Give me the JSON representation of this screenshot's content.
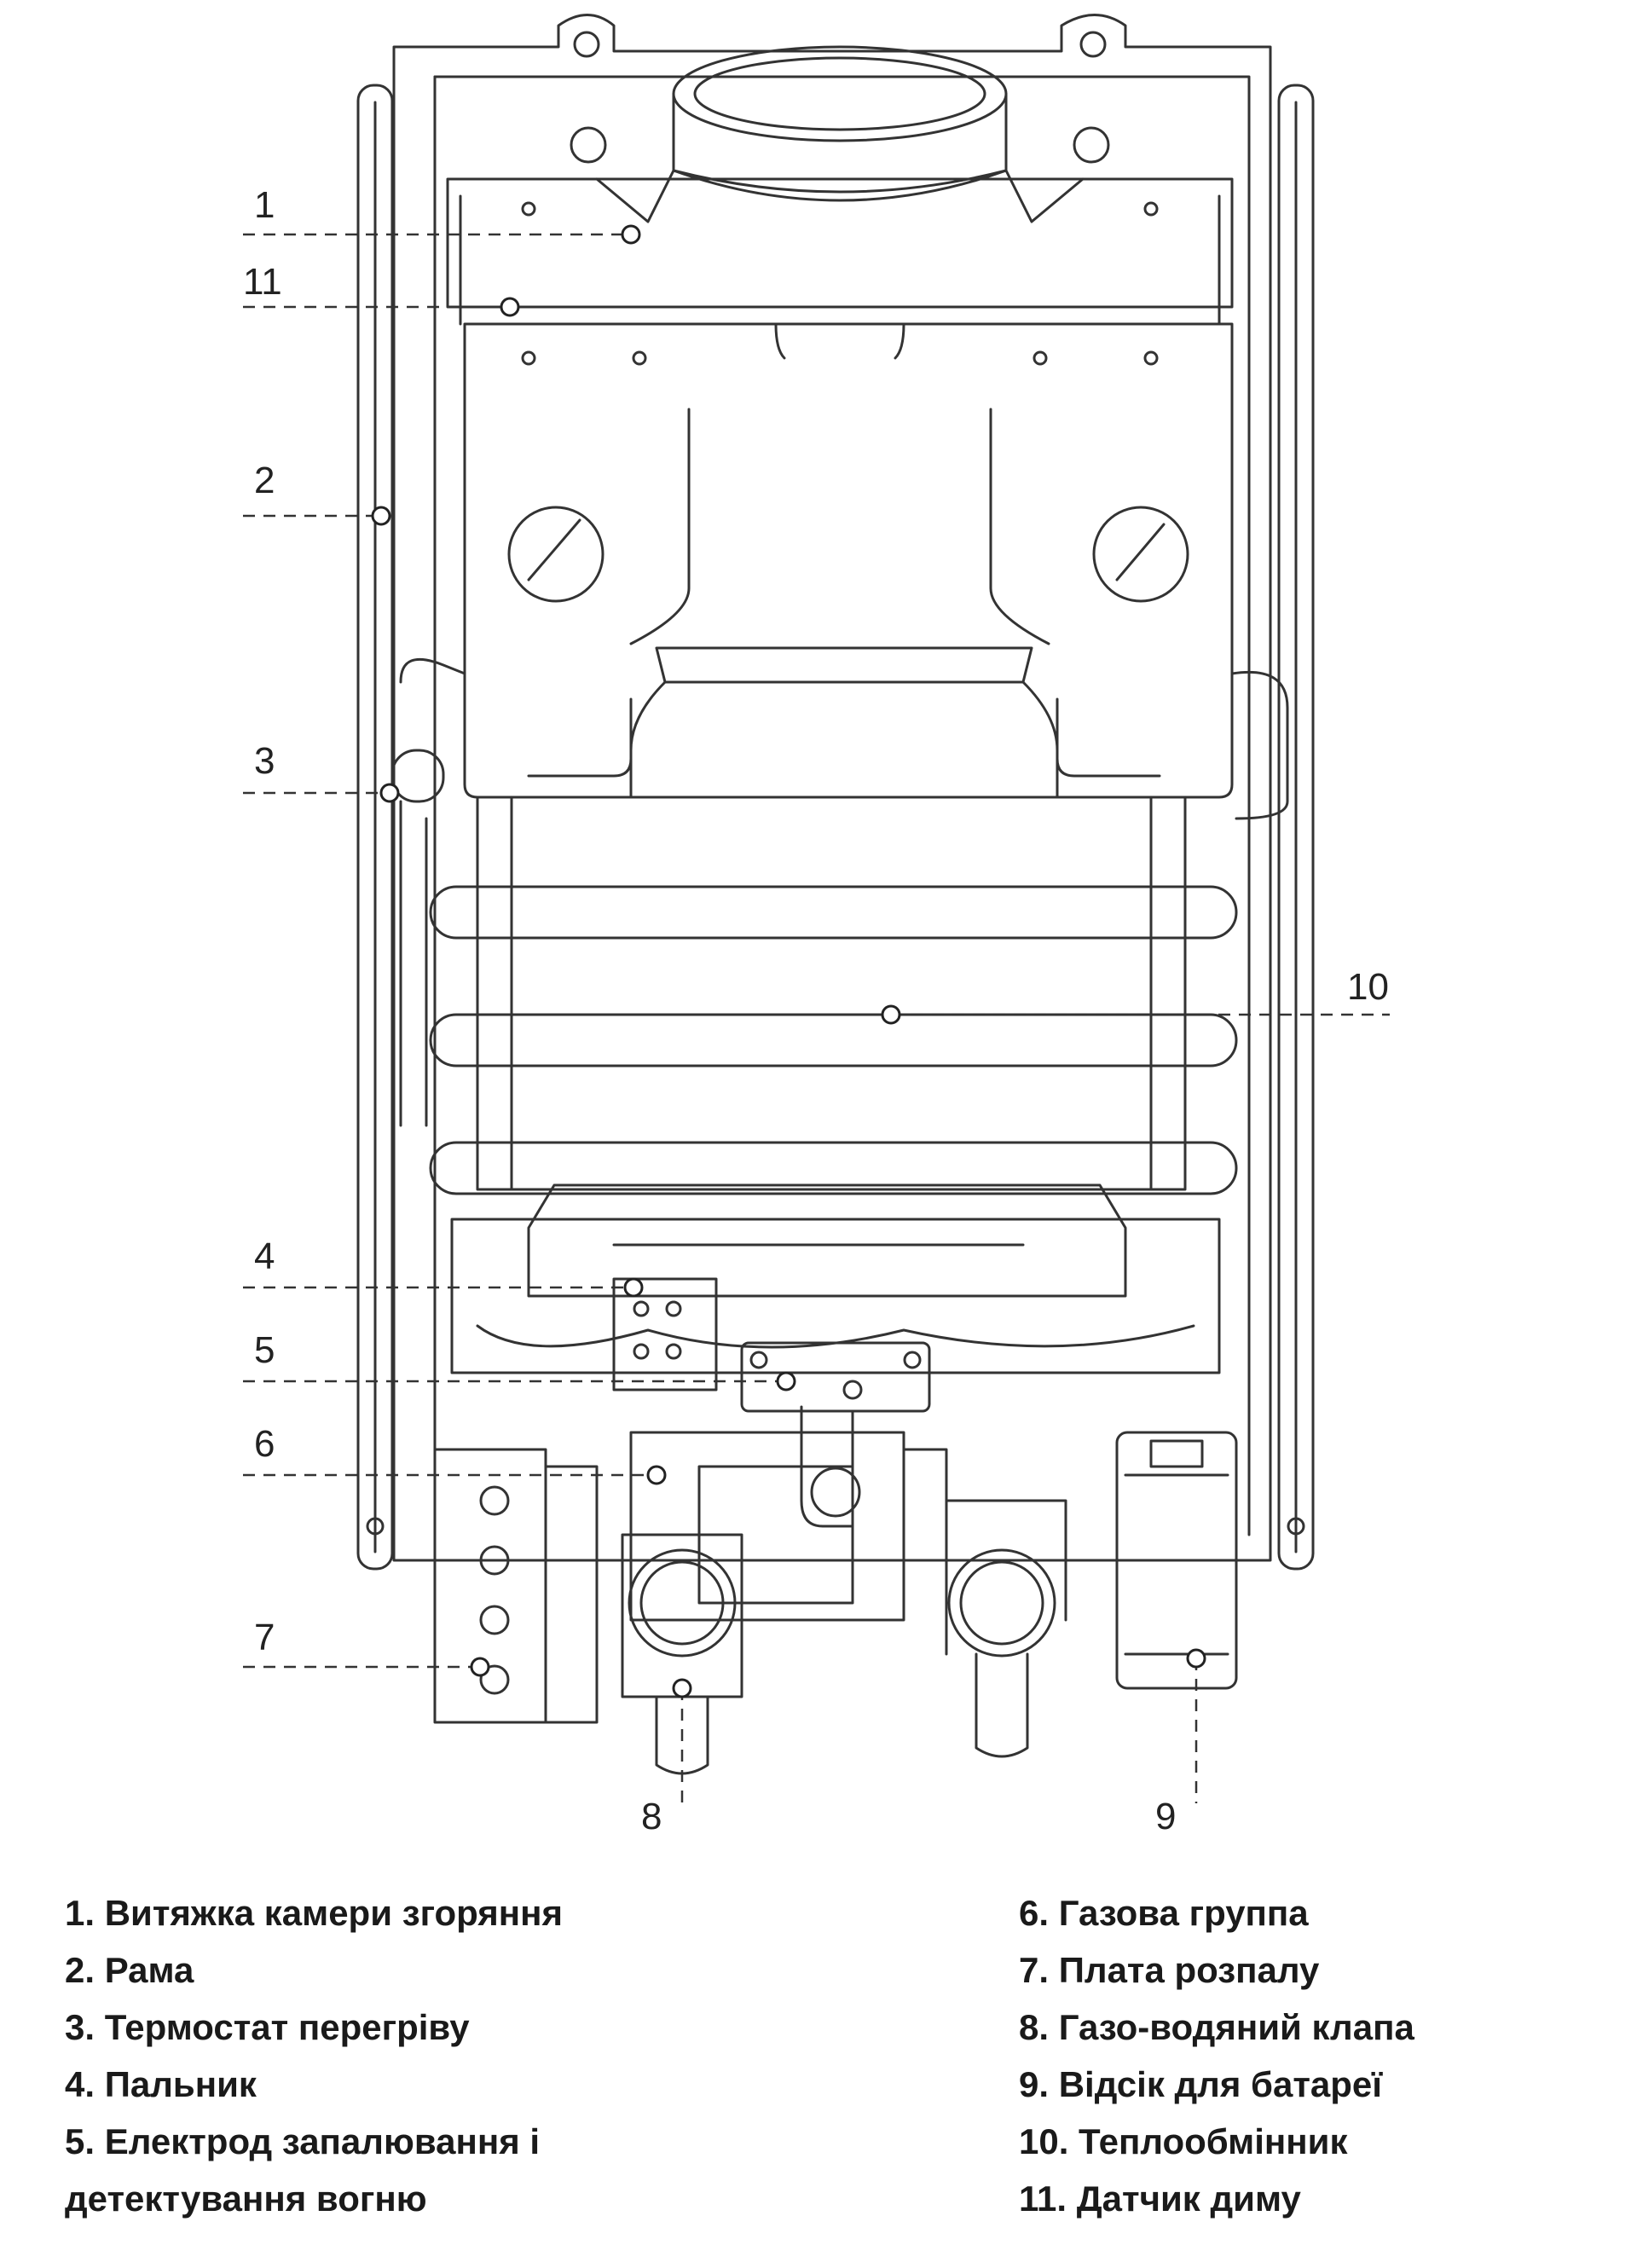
{
  "callouts": [
    {
      "id": "1",
      "label": "1"
    },
    {
      "id": "2",
      "label": "2"
    },
    {
      "id": "3",
      "label": "3"
    },
    {
      "id": "4",
      "label": "4"
    },
    {
      "id": "5",
      "label": "5"
    },
    {
      "id": "6",
      "label": "6"
    },
    {
      "id": "7",
      "label": "7"
    },
    {
      "id": "8",
      "label": "8"
    },
    {
      "id": "9",
      "label": "9"
    },
    {
      "id": "10",
      "label": "10"
    },
    {
      "id": "11",
      "label": "11"
    }
  ],
  "legend": {
    "left": [
      "1. Витяжка камери згоряння",
      "2. Рама",
      "3. Термостат перегріву",
      "4. Пальник",
      "5. Електрод запалювання і\nдетектування вогню"
    ],
    "right": [
      "6. Газова группа",
      "7. Плата розпалу",
      "8. Газо-водяний клапа",
      "9. Відсік для батареї",
      "10. Теплообмінник",
      "11. Датчик диму"
    ]
  }
}
